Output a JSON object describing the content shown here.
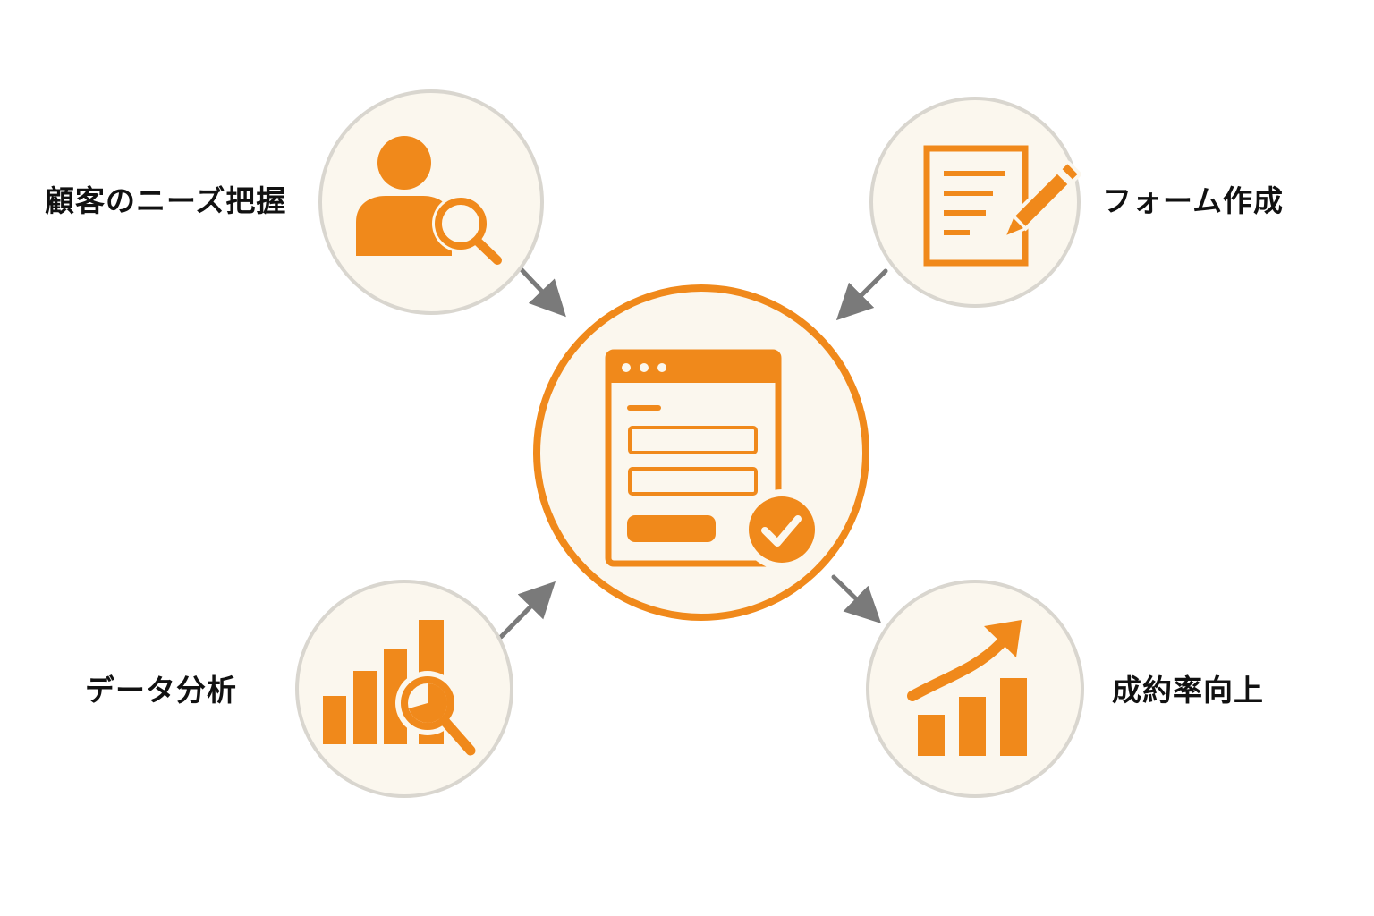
{
  "diagram": {
    "center": {
      "icon": "web-form-check-icon"
    },
    "nodes": [
      {
        "id": "customer",
        "label": "顧客のニーズ把握",
        "icon": "user-search-icon"
      },
      {
        "id": "form",
        "label": "フォーム作成",
        "icon": "document-pencil-icon"
      },
      {
        "id": "data",
        "label": "データ分析",
        "icon": "bar-chart-search-icon"
      },
      {
        "id": "rate",
        "label": "成約率向上",
        "icon": "growth-chart-arrow-icon"
      }
    ],
    "colors": {
      "accent": "#F0891B",
      "circle_fill": "#FBF7EE",
      "circle_border": "#D9D6CF",
      "arrow": "#7A7A7A",
      "text": "#111111"
    }
  }
}
